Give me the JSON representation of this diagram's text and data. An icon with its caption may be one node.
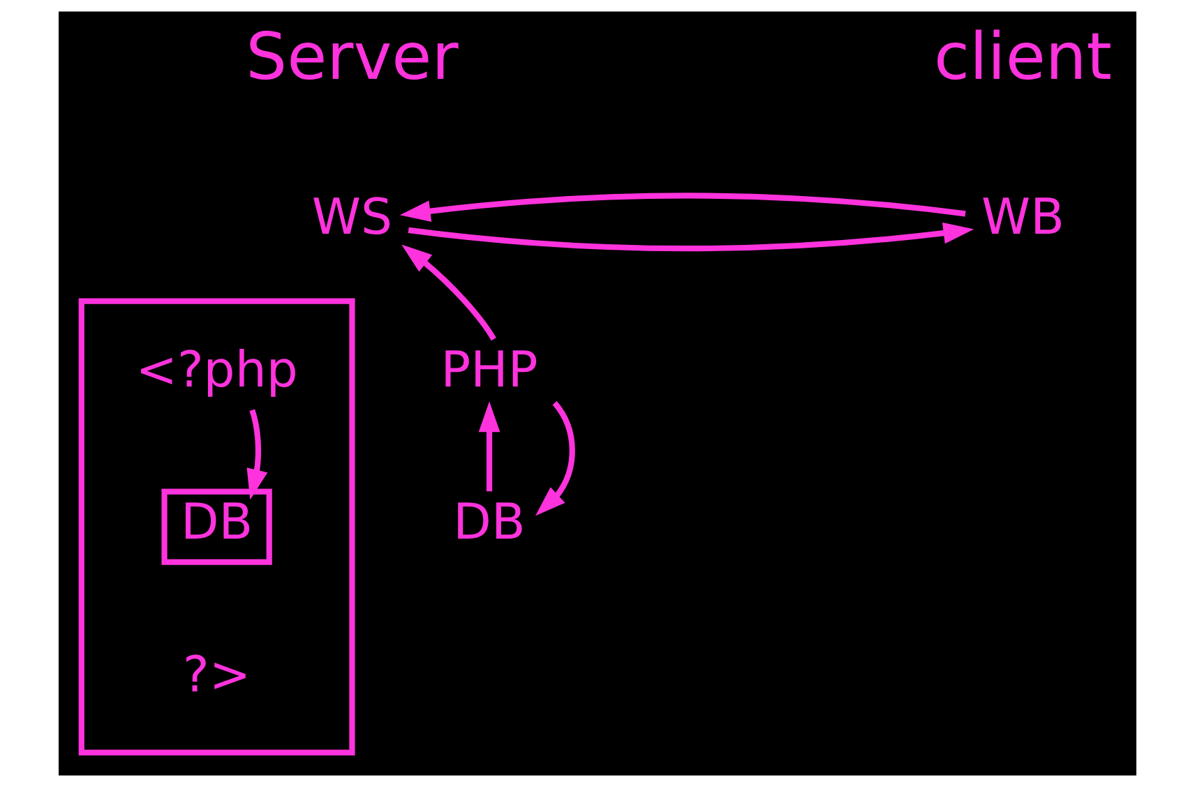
{
  "diagram": {
    "nodes": [
      {
        "text": [
          "WS"
        ]
      },
      {
        "text": [
          "PHP"
        ]
      },
      {
        "text": [
          "DB"
        ]
      },
      {
        "text": [
          "WB"
        ]
      },
      {
        "text": [],
        "shape": "box"
      },
      {
        "text": [
          "<?php"
        ],
        "in": 4
      },
      {
        "text": [
          "DB"
        ],
        "in": 4
      },
      {
        "text": [
          "?>"
        ],
        "in": 4
      }
    ],
    "edges": [
      {
        "from": 0,
        "to": 3,
        "arrow": "to"
      },
      {
        "from": 3,
        "to": 0,
        "arrow": "to"
      },
      {
        "from": 1,
        "to": 0,
        "arrow": "to"
      },
      {
        "from": 2,
        "to": 1,
        "arrow": "to"
      },
      {
        "from": 1,
        "to": 2,
        "arrow": "to"
      },
      {
        "from": 5,
        "to": 6,
        "arrow": "to"
      }
    ],
    "labels": [
      "Server",
      "client"
    ]
  }
}
